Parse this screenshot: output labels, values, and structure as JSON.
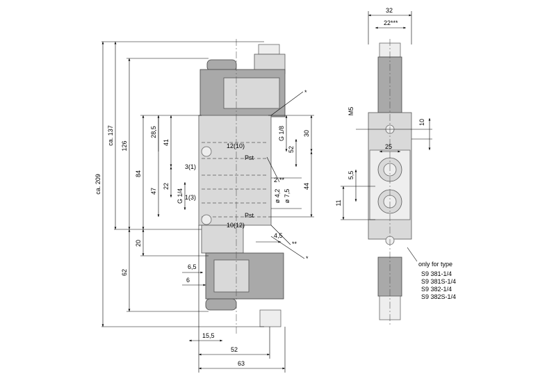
{
  "front_view": {
    "dims": {
      "ca209": "ca. 209",
      "ca137": "ca. 137",
      "d126": "126",
      "d84": "84",
      "d62": "62",
      "d47": "47",
      "d41": "41",
      "d28_5": "28,5",
      "d22": "22",
      "d20": "20",
      "g14": "G 1/4",
      "d6_5": "6,5",
      "d6": "6",
      "d15_5": "15,5",
      "d52b": "52",
      "d63": "63",
      "d30": "30",
      "d52r": "52",
      "d44": "44",
      "g18": "G 1/8",
      "d4_2": "ø 4,2",
      "d7_5": "ø 7,5",
      "d4_5": "4,5",
      "d2": "2"
    },
    "ports": {
      "p12": "12(10)",
      "p3": "3(1)",
      "p1": "1(3)",
      "p10": "10(12)",
      "pst1": "Pst",
      "pst2": "Pst"
    },
    "marks": {
      "star1": "*",
      "star2": "*",
      "dstar1": "**",
      "dstar2": "**"
    }
  },
  "side_view": {
    "dims": {
      "d32": "32",
      "d22s": "22***",
      "m5": "M5",
      "d10": "10",
      "d25": "25",
      "d5_5": "5,5",
      "d11": "11"
    },
    "note": {
      "title": "only for type",
      "types": [
        "S9 381-1/4",
        "S9 381S-1/4",
        "S9 382-1/4",
        "S9 382S-1/4"
      ]
    }
  }
}
